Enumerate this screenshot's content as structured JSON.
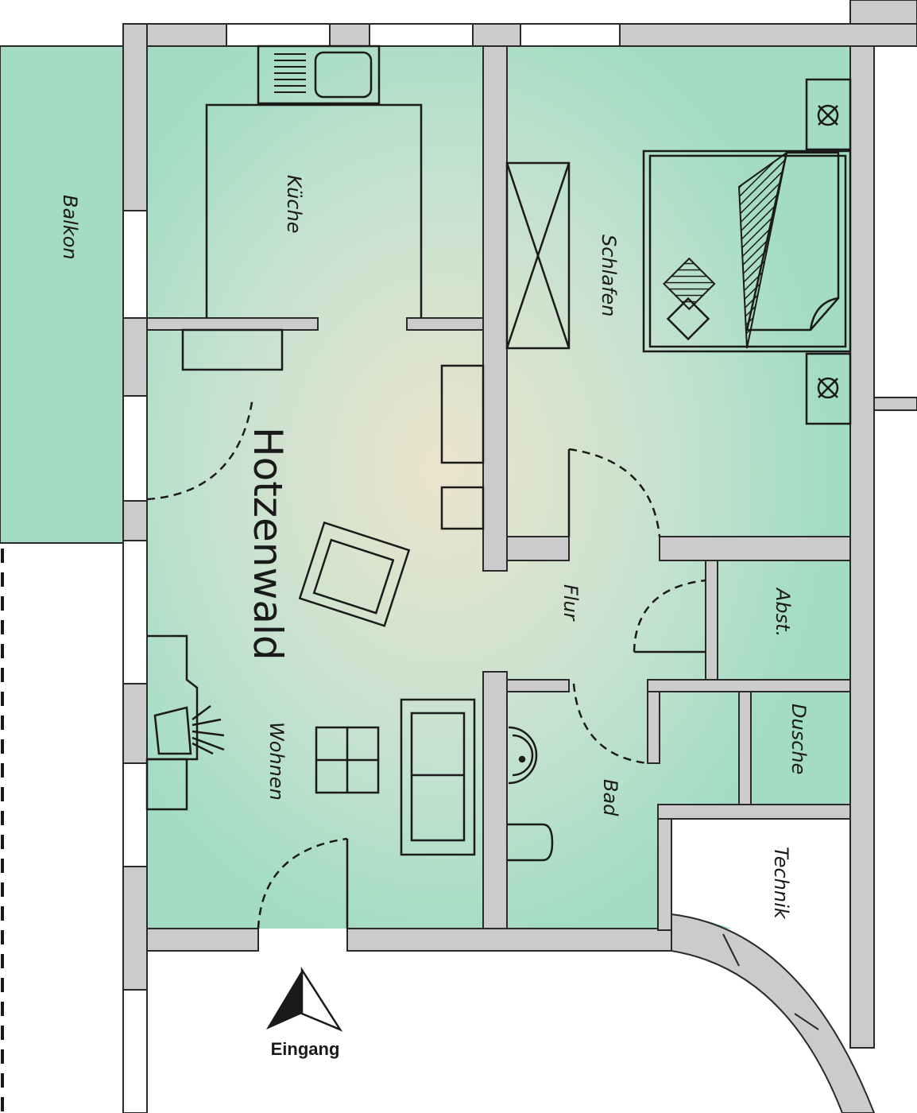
{
  "rooms": {
    "balkon": "Balkon",
    "kueche": "Küche",
    "schlafen": "Schlafen",
    "wohnen": "Wohnen",
    "flur": "Flur",
    "abst": "Abst.",
    "dusche": "Dusche",
    "bad": "Bad",
    "technik": "Technik"
  },
  "apartment_name": "Hotzenwald",
  "entrance_label": "Eingang",
  "colors": {
    "room": "#a3dcc3",
    "center": "#ece4cc",
    "wall": "#cbcbcb"
  }
}
